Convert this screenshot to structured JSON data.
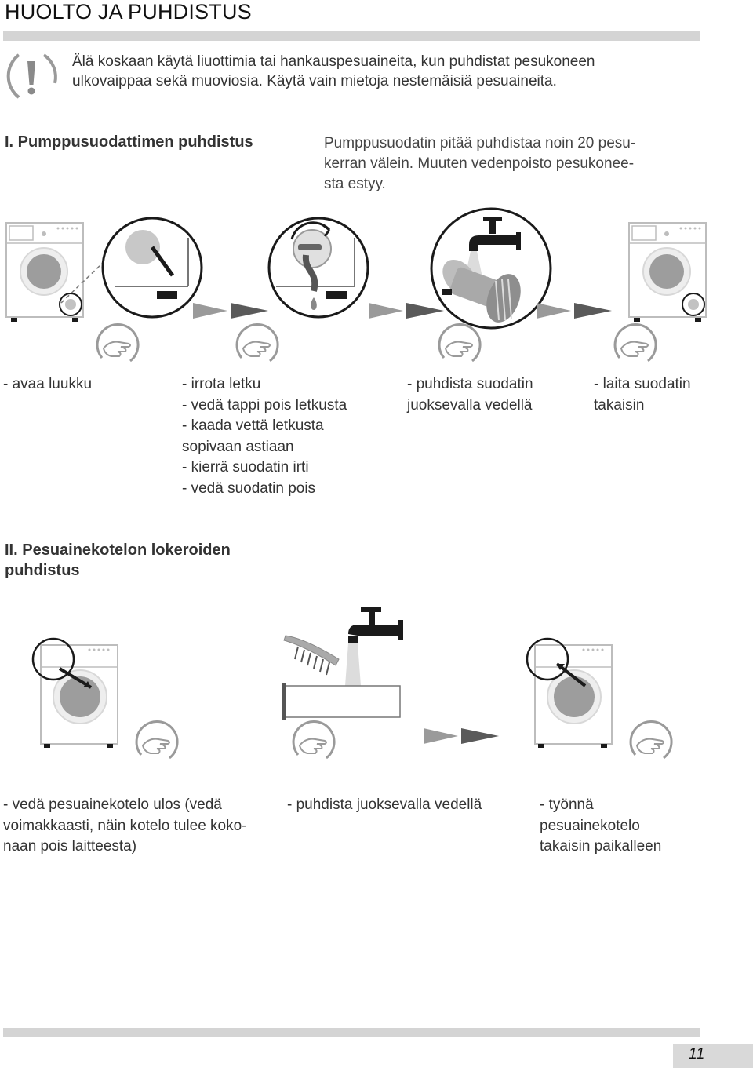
{
  "header": {
    "title": "HUOLTO JA PUHDISTUS"
  },
  "warning": {
    "icon": "exclamation-icon",
    "lines": [
      "Älä koskaan käytä liuottimia tai hankauspesuaineita, kun puhdistat pesukoneen",
      "ulkovaippaa sekä muoviosia. Käytä vain mietoja nestemäisiä pesuaineita."
    ]
  },
  "section1": {
    "heading": "I. Pumppusuodattimen puhdistus",
    "description_lines": [
      "Pumppusuodatin pitää puhdistaa noin 20 pesu-",
      "kerran välein. Muuten vedenpoisto pesukonee-",
      "sta estyy."
    ],
    "steps": [
      {
        "lines": [
          "- avaa luukku"
        ]
      },
      {
        "lines": [
          "- irrota letku",
          "- vedä tappi pois letkusta",
          "- kaada vettä letkusta",
          "sopivaan astiaan",
          "- kierrä suodatin irti",
          "- vedä suodatin pois"
        ]
      },
      {
        "lines": [
          "- puhdista suodatin",
          "juoksevalla vedellä"
        ]
      },
      {
        "lines": [
          "- laita suodatin",
          "takaisin"
        ]
      }
    ]
  },
  "section2": {
    "heading_lines": [
      "II. Pesuainekotelon lokeroiden",
      "puhdistus"
    ],
    "steps": [
      {
        "lines": [
          "- vedä pesuainekotelo ulos (vedä",
          "voimakkaasti, näin kotelo tulee koko-",
          "naan pois laitteesta)"
        ]
      },
      {
        "lines": [
          "- puhdista juoksevalla vedellä"
        ]
      },
      {
        "lines": [
          "- työnnä",
          "pesuainekotelo",
          "takaisin paikalleen"
        ]
      }
    ]
  },
  "footer": {
    "page_number": "11"
  },
  "colors": {
    "rule": "#d4d4d4",
    "page_box": "#d9d9d9",
    "drum": "#9d9d9d",
    "ink": "#1a1a1a"
  }
}
